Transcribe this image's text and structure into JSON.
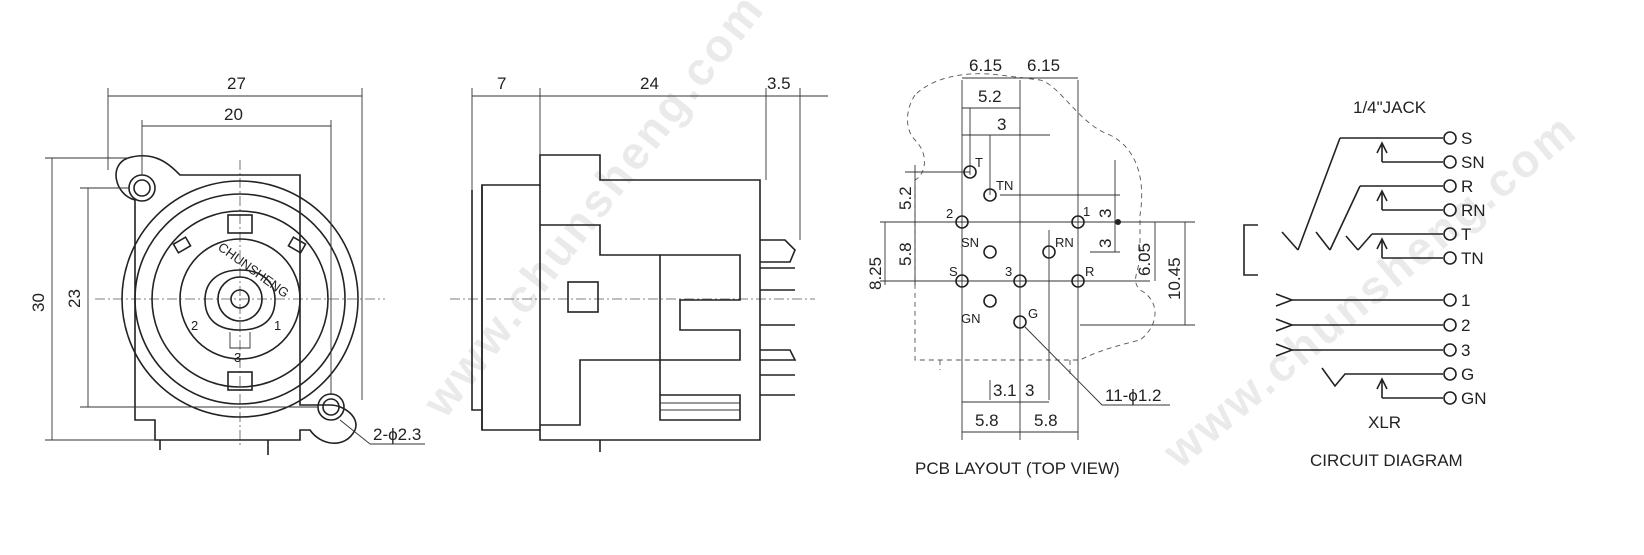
{
  "watermark": "www.chunsheng.com",
  "front_view": {
    "dims": {
      "overall_width": "27",
      "mount_spacing": "20",
      "overall_height": "30",
      "body_height": "23",
      "mount_holes": "2-ϕ2.3"
    },
    "brand": "CHUNSHENG",
    "pins": [
      "1",
      "2",
      "3"
    ]
  },
  "side_view": {
    "dims": {
      "front": "7",
      "body": "24",
      "pins": "3.5"
    }
  },
  "pcb_layout": {
    "caption": "PCB LAYOUT (TOP VIEW)",
    "dims": {
      "top_left": "6.15",
      "top_right": "6.15",
      "d52h": "5.2",
      "d3h": "3",
      "v52": "5.2",
      "v58": "5.8",
      "v825": "8.25",
      "r3a": "3",
      "r3b": "3",
      "r605": "6.05",
      "r1045": "10.45",
      "b31": "3.1",
      "b3": "3",
      "b58a": "5.8",
      "b58b": "5.8",
      "holes": "11-ϕ1.2"
    },
    "pads": [
      "T",
      "TN",
      "2",
      "1",
      "SN",
      "RN",
      "S",
      "3",
      "R",
      "GN",
      "G"
    ]
  },
  "circuit": {
    "caption": "CIRCUIT DIAGRAM",
    "jack_title": "1/4\"JACK",
    "xlr_title": "XLR",
    "jack_pins": [
      "S",
      "SN",
      "R",
      "RN",
      "T",
      "TN"
    ],
    "xlr_pins": [
      "1",
      "2",
      "3",
      "G",
      "GN"
    ]
  }
}
